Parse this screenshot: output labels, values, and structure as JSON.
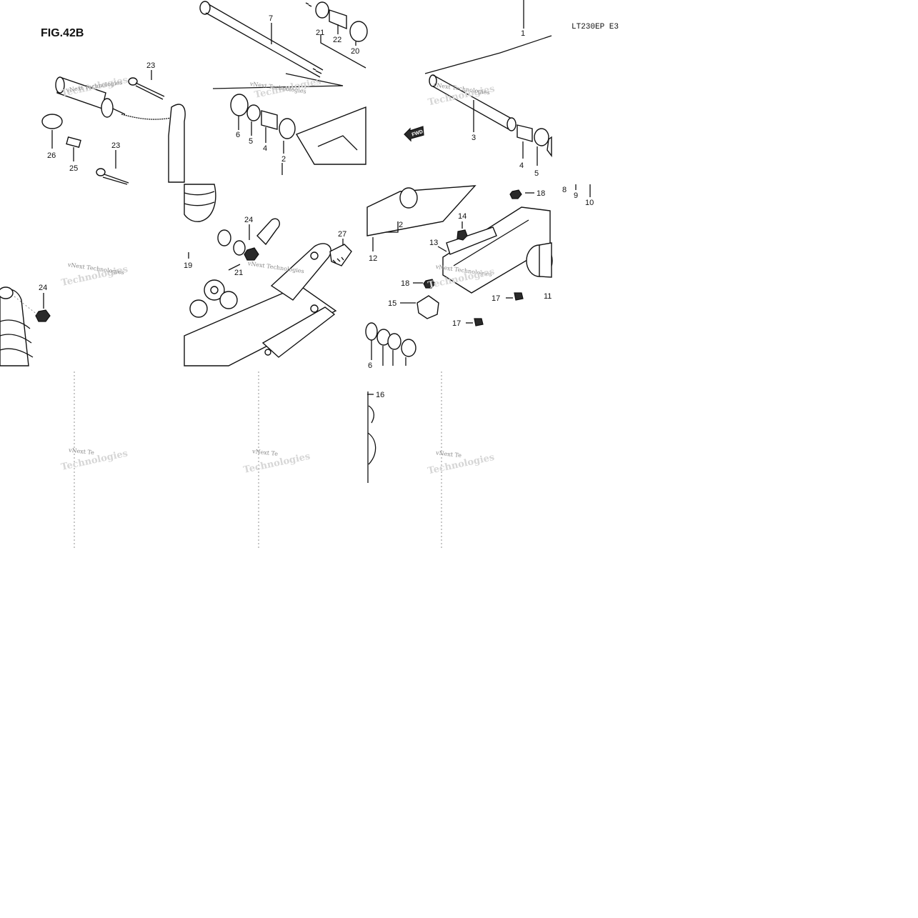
{
  "figure": {
    "title": "FIG.42B",
    "model": "LT230EP  E3",
    "fwd_label": "FWD"
  },
  "watermark": {
    "line1": "vNext Technologies",
    "line2": "Technologies",
    "fragment": "vNext Te"
  },
  "callouts": {
    "c1": "1",
    "c2a": "2",
    "c2b": "2",
    "c3": "3",
    "c4a": "4",
    "c4b": "4",
    "c5a": "5",
    "c5b": "5",
    "c6a": "6",
    "c6b": "6",
    "c7": "7",
    "c8": "8",
    "c9": "9",
    "c10": "10",
    "c11": "11",
    "c12": "12",
    "c13": "13",
    "c14": "14",
    "c15": "15",
    "c16": "16",
    "c17a": "17",
    "c17b": "17",
    "c18a": "18",
    "c18b": "18",
    "c19": "19",
    "c20": "20",
    "c21a": "21",
    "c21b": "21",
    "c22": "22",
    "c23a": "23",
    "c23b": "23",
    "c24a": "24",
    "c24b": "24",
    "c25": "25",
    "c26": "26",
    "c27": "27"
  }
}
